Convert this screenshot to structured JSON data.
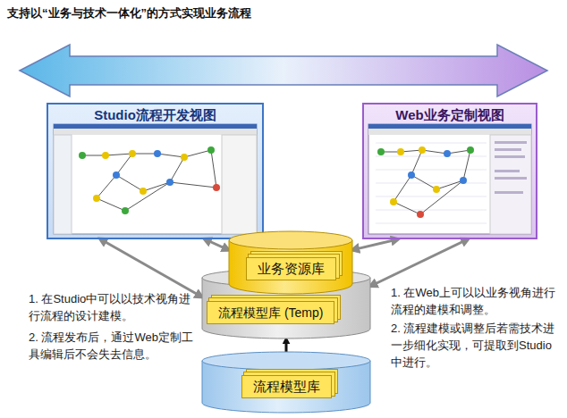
{
  "diagram": {
    "title": "支持以“业务与技术一体化”的方式实现业务流程",
    "nodes": [
      {
        "text": [
          "Studio流程开发视图"
        ]
      },
      {
        "text": [
          "Web业务定制视图"
        ]
      },
      {
        "text": [
          "业务资源库"
        ]
      },
      {
        "text": [
          "流程模型库 (Temp)"
        ]
      },
      {
        "text": [
          "流程模型库"
        ]
      }
    ],
    "edges": [
      {
        "from": 0,
        "to": 2,
        "arrow": "both"
      },
      {
        "from": 0,
        "to": 3,
        "arrow": "both"
      },
      {
        "from": 1,
        "to": 2,
        "arrow": "both"
      },
      {
        "from": 1,
        "to": 3,
        "arrow": "both"
      },
      {
        "from": 3,
        "to": 4,
        "arrow": "both"
      }
    ],
    "labels": [
      "1. 在Studio中可以以技术视角进行流程的设计建模。",
      "2. 流程发布后，通过Web定制工具编辑后不会失去信息。",
      "1. 在Web上可以以业务视角进行流程的建模和调整。",
      "2. 流程建模或调整后若需技术进一步细化实现，可提取到Studio中进行。"
    ]
  }
}
